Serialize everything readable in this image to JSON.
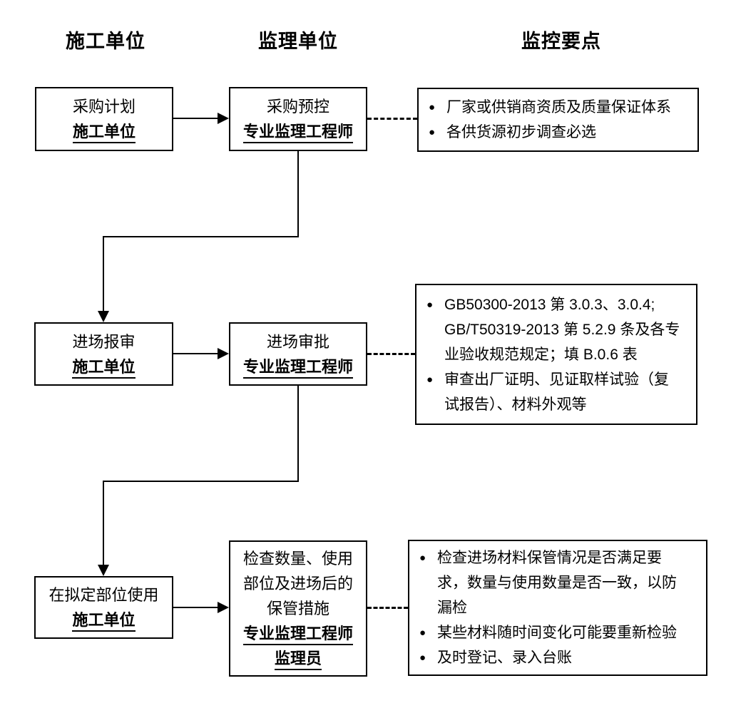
{
  "palette": {
    "ink": "#000000",
    "paper": "#ffffff"
  },
  "icons": {
    "bullet": "●"
  },
  "headers": [
    {
      "label": "施工单位"
    },
    {
      "label": "监理单位"
    },
    {
      "label": "监控要点"
    }
  ],
  "rows": [
    {
      "left": {
        "title": "采购计划",
        "role": "施工单位"
      },
      "mid": {
        "task": [
          "采购预控"
        ],
        "roles": [
          "专业监理工程师"
        ]
      },
      "right": {
        "bullets": [
          [
            "厂家或供销商资质及质量保证体系"
          ],
          [
            "各供货源初步调查必选"
          ]
        ]
      }
    },
    {
      "left": {
        "title": "进场报审",
        "role": "施工单位"
      },
      "mid": {
        "task": [
          "进场审批"
        ],
        "roles": [
          "专业监理工程师"
        ]
      },
      "right": {
        "bullets": [
          [
            "GB50300-2013  第 3.0.3、3.0.4;",
            "GB/T50319-2013  第 5.2.9 条及各专",
            "业验收规范规定；填 B.0.6 表"
          ],
          [
            "审查出厂证明、见证取样试验（复",
            "试报告）、材料外观等"
          ]
        ]
      }
    },
    {
      "left": {
        "title": "在拟定部位使用",
        "role": "施工单位"
      },
      "mid": {
        "task": [
          "检查数量、使用",
          "部位及进场后的",
          "保管措施"
        ],
        "roles": [
          "专业监理工程师",
          "监理员"
        ]
      },
      "right": {
        "bullets": [
          [
            "检查进场材料保管情况是否满足要",
            "求，数量与使用数量是否一致，以防",
            "漏检"
          ],
          [
            "某些材料随时间变化可能要重新检验"
          ],
          [
            "及时登记、录入台账"
          ]
        ]
      }
    }
  ]
}
